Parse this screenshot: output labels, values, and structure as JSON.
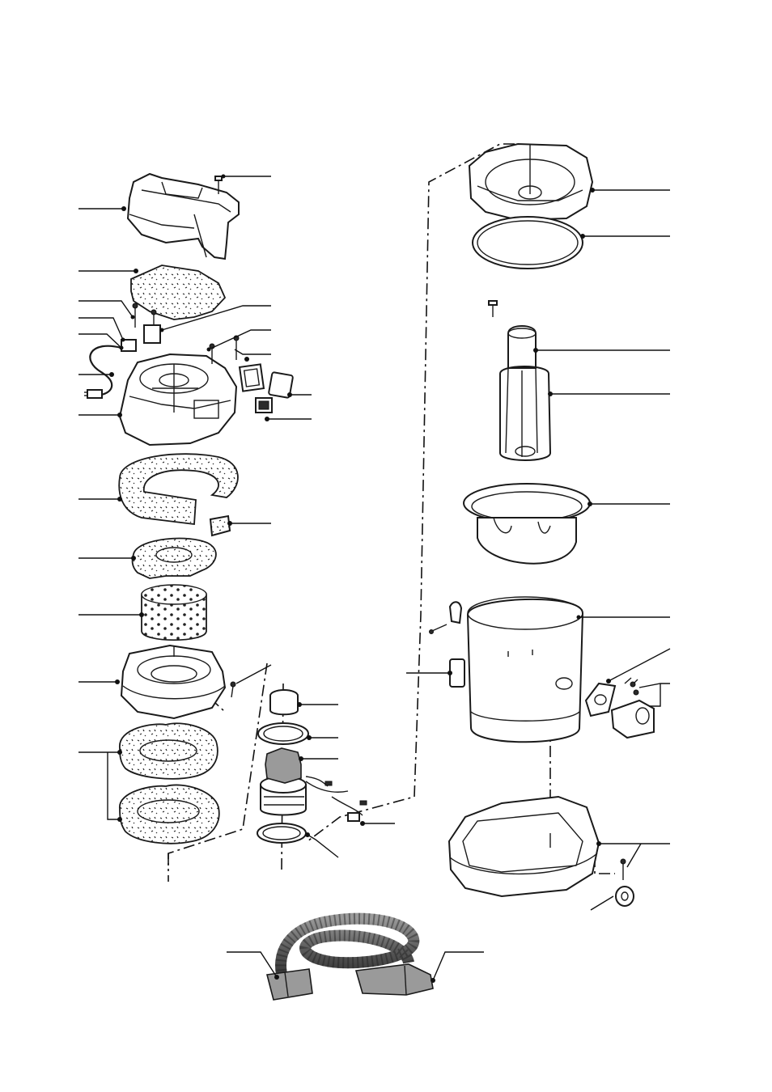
{
  "figure": {
    "type": "exploded-parts-diagram",
    "caption": "",
    "labels_printed": false
  },
  "callouts": [
    {
      "id": "lid-cover",
      "side": "left"
    },
    {
      "id": "lid-screw",
      "side": "right"
    },
    {
      "id": "top-foam-pad",
      "side": "left"
    },
    {
      "id": "switch-screws",
      "side": "left"
    },
    {
      "id": "switch-bracket",
      "side": "left"
    },
    {
      "id": "cord-clamp",
      "side": "left"
    },
    {
      "id": "power-cord",
      "side": "left"
    },
    {
      "id": "motor-head-housing",
      "side": "left"
    },
    {
      "id": "wiring-harness",
      "side": "right"
    },
    {
      "id": "housing-screw-a",
      "side": "right"
    },
    {
      "id": "switch-plate",
      "side": "right"
    },
    {
      "id": "switch-gasket",
      "side": "right"
    },
    {
      "id": "rocker-switch",
      "side": "right"
    },
    {
      "id": "ring-foam",
      "side": "left"
    },
    {
      "id": "foam-block",
      "side": "right"
    },
    {
      "id": "flat-foam-disc",
      "side": "left"
    },
    {
      "id": "cylinder-foam",
      "side": "left"
    },
    {
      "id": "motor-mount",
      "side": "left"
    },
    {
      "id": "mount-screw",
      "side": "right"
    },
    {
      "id": "wavy-foam-gaskets",
      "side": "left"
    },
    {
      "id": "motor-bushing",
      "side": "right"
    },
    {
      "id": "motor-upper-gasket",
      "side": "right"
    },
    {
      "id": "vacuum-motor",
      "side": "right"
    },
    {
      "id": "motor-wiring",
      "side": "right"
    },
    {
      "id": "motor-lower-gasket",
      "side": "right"
    },
    {
      "id": "float-cage-top",
      "side": "right"
    },
    {
      "id": "top-seal-ring",
      "side": "right"
    },
    {
      "id": "float",
      "side": "right"
    },
    {
      "id": "float-cage",
      "side": "right"
    },
    {
      "id": "filter-bag",
      "side": "right"
    },
    {
      "id": "tank-drum",
      "side": "right"
    },
    {
      "id": "latch-gasket",
      "side": "right"
    },
    {
      "id": "latch-screws",
      "side": "right"
    },
    {
      "id": "side-latch",
      "side": "left"
    },
    {
      "id": "dolly-base",
      "side": "right"
    },
    {
      "id": "caster-wheel",
      "side": "right"
    },
    {
      "id": "hose-cuff",
      "side": "left"
    },
    {
      "id": "hose-wand-end",
      "side": "right"
    }
  ],
  "colors": {
    "line": "#1a1a1a",
    "paper": "#ffffff",
    "hose": "#6e6e6e",
    "hose_dark": "#3a3a3a"
  }
}
